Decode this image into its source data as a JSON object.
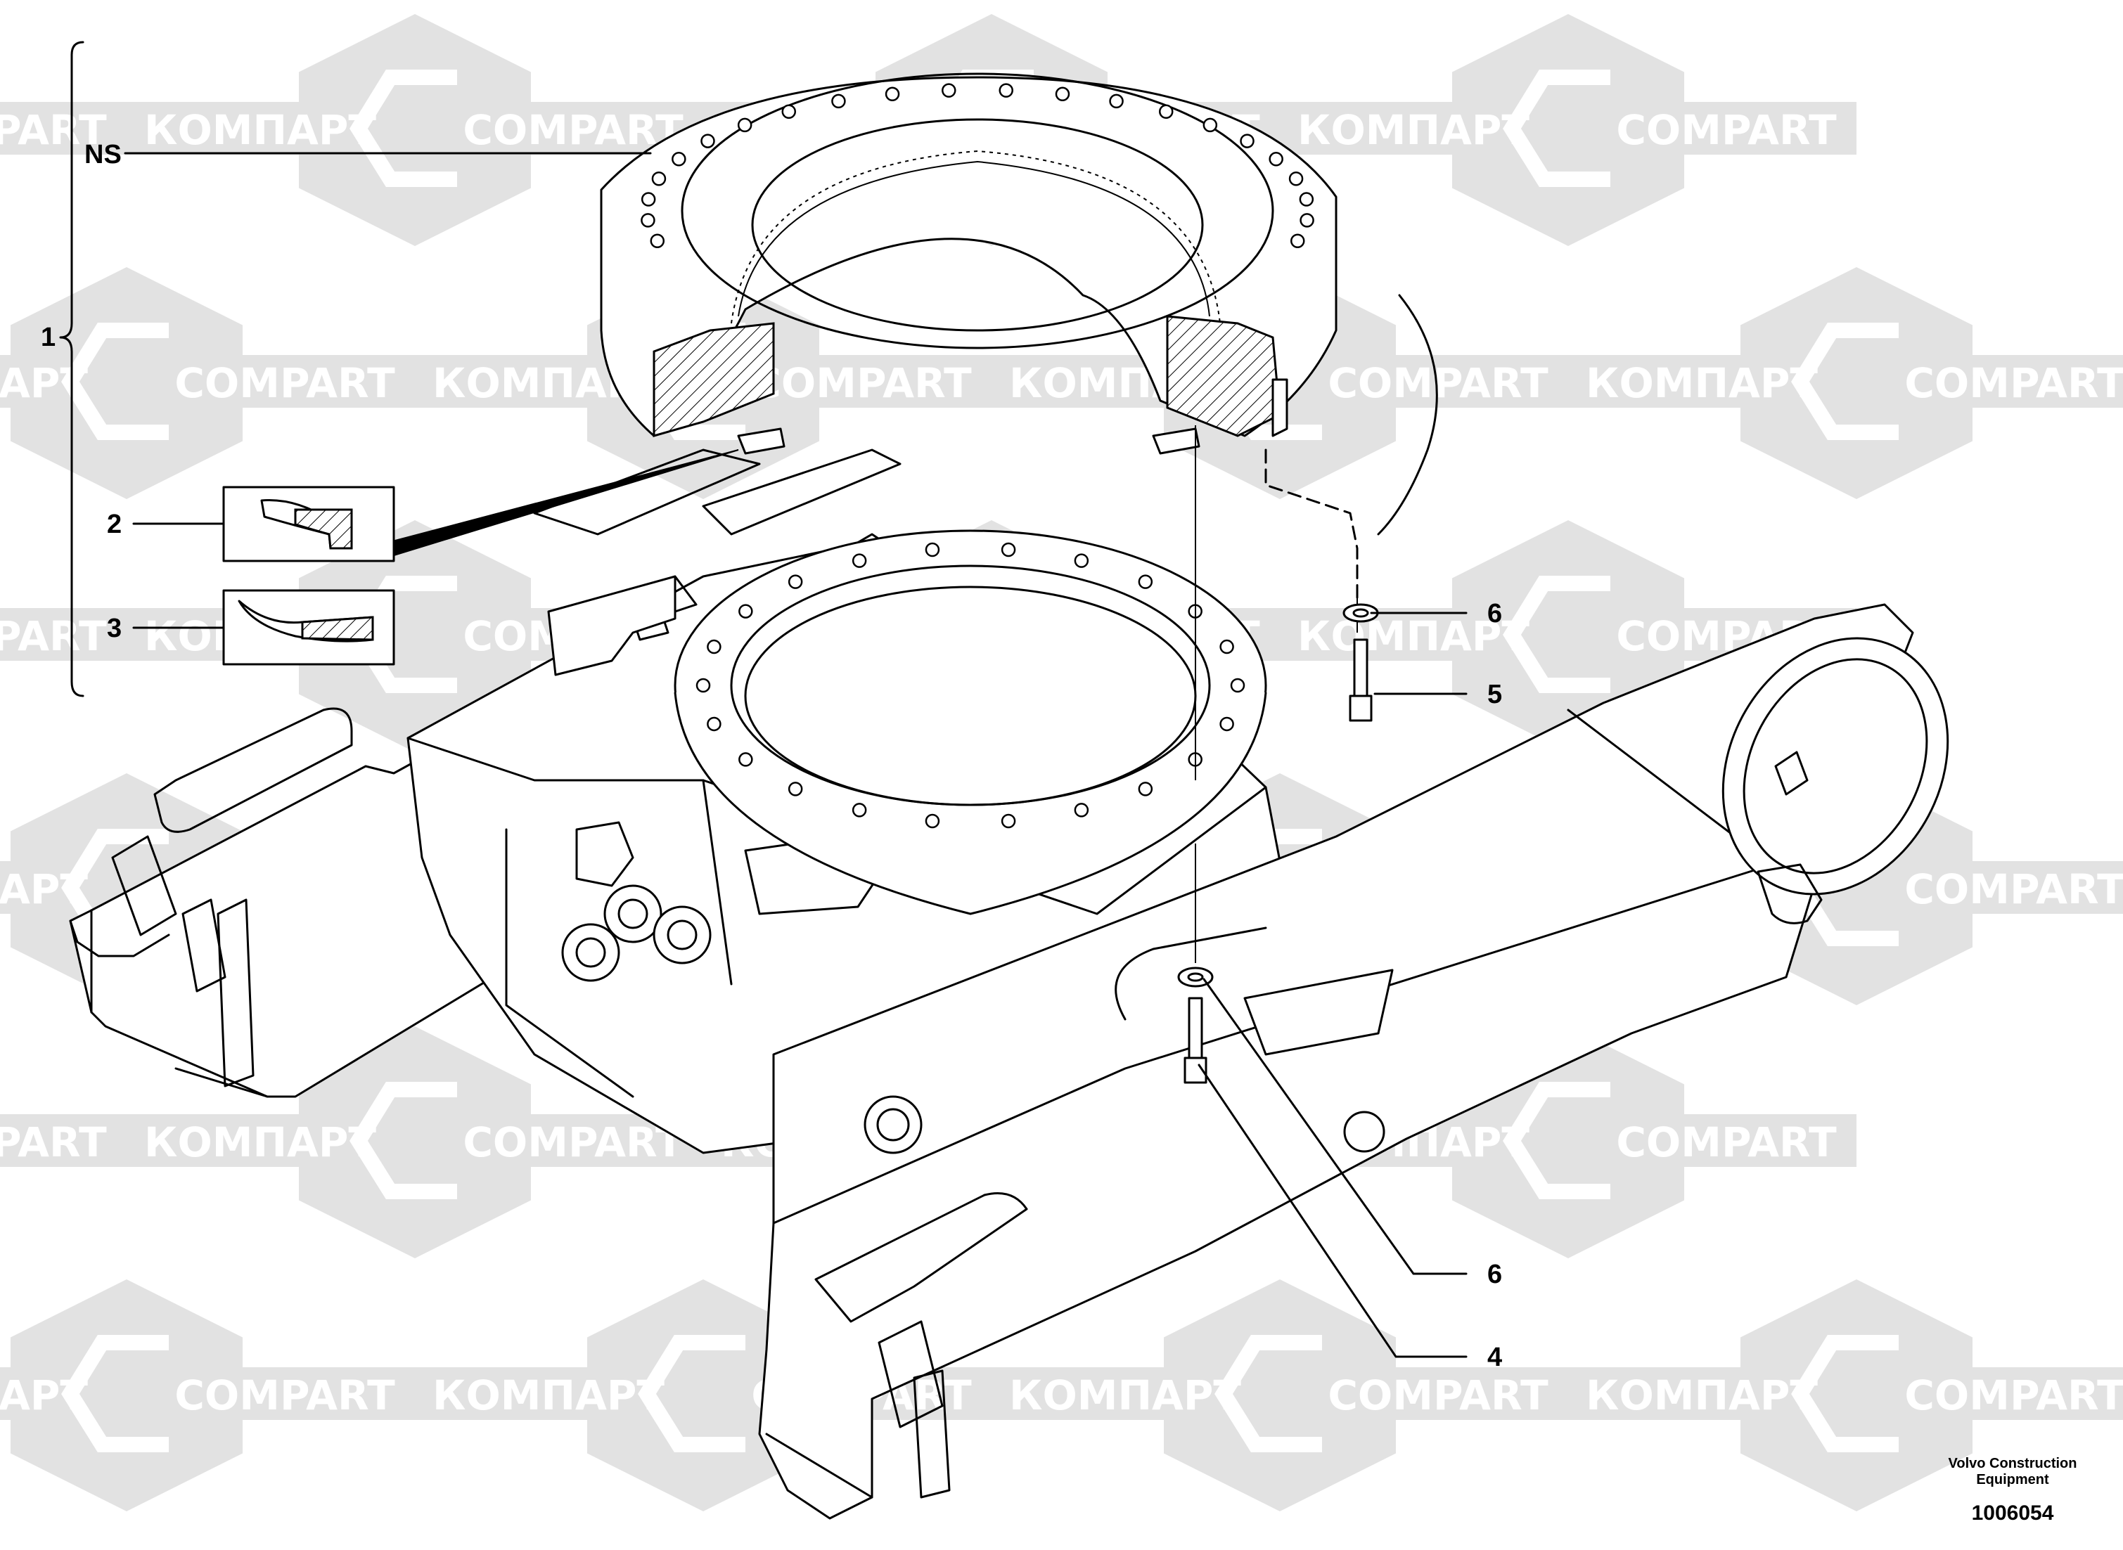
{
  "watermark": {
    "left_text": "КОМПАРТ",
    "right_text": "COMPART"
  },
  "callouts": {
    "ns": "NS",
    "one": "1",
    "two": "2",
    "three": "3",
    "four": "4",
    "five": "5",
    "six_upper": "6",
    "six_lower": "6"
  },
  "footer": {
    "company_line1": "Volvo Construction",
    "company_line2": "Equipment",
    "drawing_number": "1006054"
  }
}
